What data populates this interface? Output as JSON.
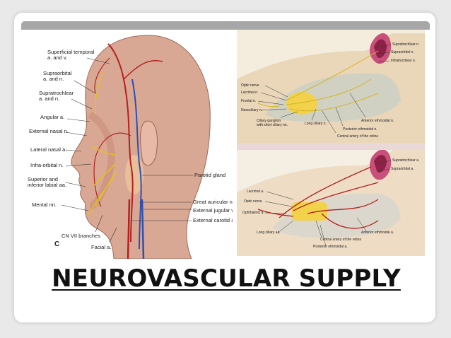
{
  "slide": {
    "title": "NEUROVASCULAR SUPPLY"
  },
  "left_figure": {
    "figure_letter": "C",
    "labels_left": [
      "Superficial temporal\na. and v.",
      "Supraorbital\na. and n.",
      "Supratrochlear\na. and n.",
      "Angular a.",
      "External nasal n.",
      "Lateral nasal a.",
      "Infra-orbital n.",
      "Superior and\ninferior labial aa.",
      "Mental nn."
    ],
    "labels_right": [
      "Parotid gland",
      "Great auricular n.",
      "External jugular v.",
      "External carotid a."
    ],
    "labels_bottom": [
      "CN VII branches",
      "Facial a."
    ]
  },
  "right_top_figure": {
    "labels": [
      "Supratrochlear n.",
      "Supraorbital n.",
      "Infratrochlear n.",
      "Optic nerve",
      "Lacrimal n.",
      "Frontal n.",
      "Nasociliary n.",
      "Ciliary ganglion\nwith short ciliary nn.",
      "Long ciliary n.",
      "Anterior ethmoidal n.",
      "Posterior ethmoidal n.",
      "Central artery of the retina"
    ]
  },
  "right_bottom_figure": {
    "labels": [
      "Supratrochlear a.",
      "Supraorbital a.",
      "Lacrimal a.",
      "Optic nerve",
      "Ophthalmic a.",
      "Long ciliary aa.",
      "Anterior ethmoidal a.",
      "Central artery of the retina",
      "Posterior ethmoidal a."
    ]
  }
}
